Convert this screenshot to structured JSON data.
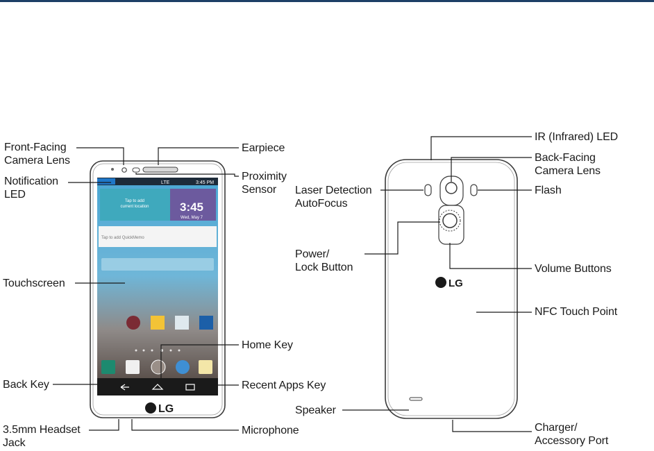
{
  "colors": {
    "header_bar": "#1d3f66",
    "leader_line": "#1a1a1a",
    "phone_outline": "#3a3a3a",
    "screen_tile_teal": "#3fa9bd",
    "screen_tile_purple": "#6c5a9e"
  },
  "labels": {
    "front_facing_camera_lens": [
      "Front-Facing",
      "Camera Lens"
    ],
    "notification_led": [
      "Notification",
      "LED"
    ],
    "touchscreen": [
      "Touchscreen"
    ],
    "back_key": [
      "Back Key"
    ],
    "headset_jack": [
      "3.5mm Headset",
      "Jack"
    ],
    "earpiece": [
      "Earpiece"
    ],
    "proximity_sensor": [
      "Proximity",
      "Sensor"
    ],
    "home_key": [
      "Home Key"
    ],
    "recent_apps_key": [
      "Recent Apps Key"
    ],
    "microphone": [
      "Microphone"
    ],
    "laser_detection_autofocus": [
      "Laser Detection",
      "AutoFocus"
    ],
    "power_lock_button": [
      "Power/",
      "Lock Button"
    ],
    "speaker": [
      "Speaker"
    ],
    "ir_led": [
      "IR (Infrared) LED"
    ],
    "back_facing_camera_lens": [
      "Back-Facing",
      "Camera Lens"
    ],
    "flash": [
      "Flash"
    ],
    "volume_buttons": [
      "Volume Buttons"
    ],
    "nfc_touch_point": [
      "NFC Touch Point"
    ],
    "charger_accessory_port": [
      "Charger/",
      "Accessory Port"
    ]
  },
  "phone_screen": {
    "status_time": "3:45 PM",
    "status_network": "LTE",
    "widget_prompt": [
      "Tap to add",
      "current location"
    ],
    "clock_time": "3:45",
    "clock_date": "Wed, May 7",
    "memo_hint": "Tap to add QuickMemo",
    "brand": "LG"
  },
  "phone_back": {
    "brand": "LG"
  },
  "icons": [
    "phone-icon",
    "camera-icon",
    "apps-icon",
    "browser-icon",
    "messaging-icon",
    "gallery-icon",
    "email-icon",
    "play-store-icon",
    "voicemail-icon",
    "back-key-icon",
    "home-key-icon",
    "recent-apps-key-icon",
    "lg-logo-icon"
  ]
}
